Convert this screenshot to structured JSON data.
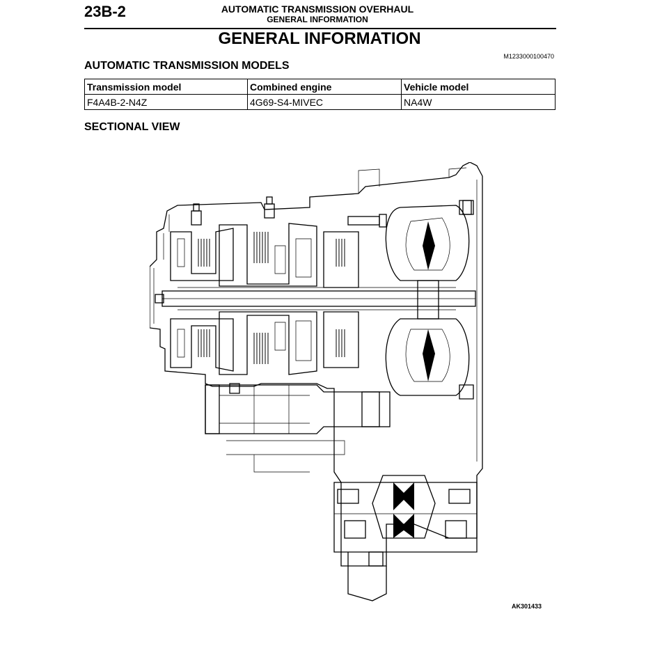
{
  "header": {
    "page_number": "23B-2",
    "section_title": "AUTOMATIC TRANSMISSION OVERHAUL",
    "subsection_title": "GENERAL INFORMATION"
  },
  "title": "GENERAL INFORMATION",
  "document_code": "M1233000100470",
  "models_section": {
    "heading": "AUTOMATIC TRANSMISSION MODELS",
    "columns": [
      "Transmission model",
      "Combined engine",
      "Vehicle model"
    ],
    "rows": [
      [
        "F4A4B-2-N4Z",
        "4G69-S4-MIVEC",
        "NA4W"
      ]
    ]
  },
  "sectional_view": {
    "heading": "SECTIONAL VIEW",
    "figure_code": "AK301433"
  }
}
